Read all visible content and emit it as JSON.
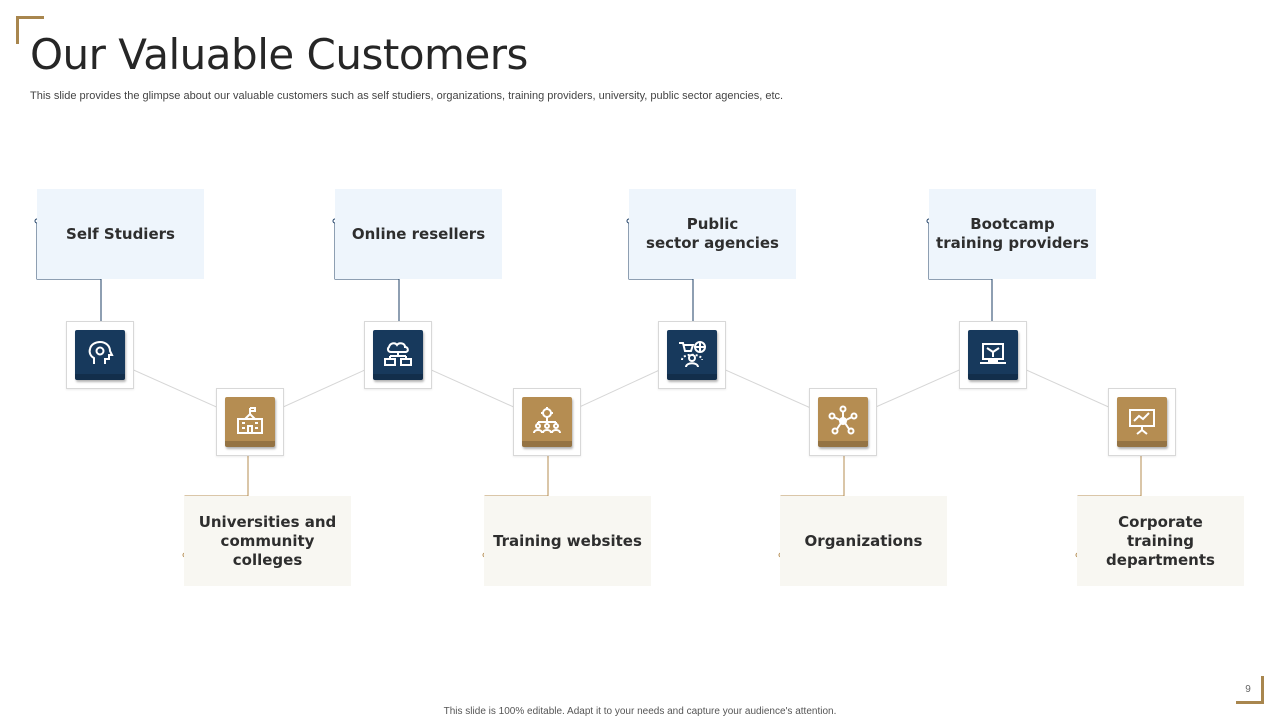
{
  "slide": {
    "title": "Our Valuable Customers",
    "subtitle": "This slide provides the glimpse about our valuable customers such as self studiers, organizations, training providers, university, public sector agencies, etc.",
    "footer": "This slide is 100% editable. Adapt it to your needs and capture your audience's attention.",
    "page_number": "9"
  },
  "colors": {
    "accent": "#a8864e",
    "navy": "#17395c",
    "gold": "#b58d52"
  },
  "customers_top": [
    {
      "label": "Self Studiers",
      "icon": "head-gear-icon"
    },
    {
      "label": "Online resellers",
      "icon": "cloud-network-icon"
    },
    {
      "label": "Public\nsector agencies",
      "icon": "agency-globe-icon"
    },
    {
      "label": "Bootcamp\ntraining providers",
      "icon": "laptop-training-icon"
    }
  ],
  "customers_bottom": [
    {
      "label": "Universities and\ncommunity\ncolleges",
      "icon": "school-building-icon"
    },
    {
      "label": "Training websites",
      "icon": "gear-team-icon"
    },
    {
      "label": "Organizations",
      "icon": "hub-network-icon"
    },
    {
      "label": "Corporate\ntraining\ndepartments",
      "icon": "presentation-board-icon"
    }
  ]
}
